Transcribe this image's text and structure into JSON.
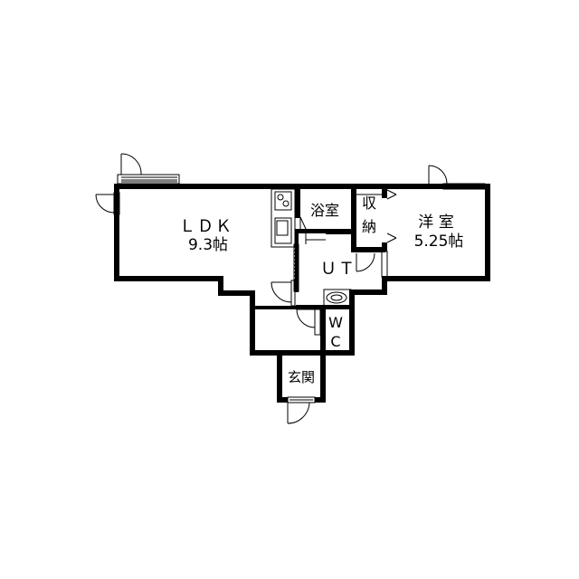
{
  "floorplan": {
    "rooms": {
      "ldk": {
        "name": "ＬＤＫ",
        "size": "9.3帖"
      },
      "bath": {
        "name": "浴室"
      },
      "storage": {
        "name_line1": "収",
        "name_line2": "納"
      },
      "western": {
        "name": "洋 室",
        "size": "5.25帖"
      },
      "ut": {
        "name": "ＵＴ"
      },
      "wc": {
        "name_line1": "W",
        "name_line2": "C"
      },
      "entrance": {
        "name": "玄関"
      }
    }
  }
}
